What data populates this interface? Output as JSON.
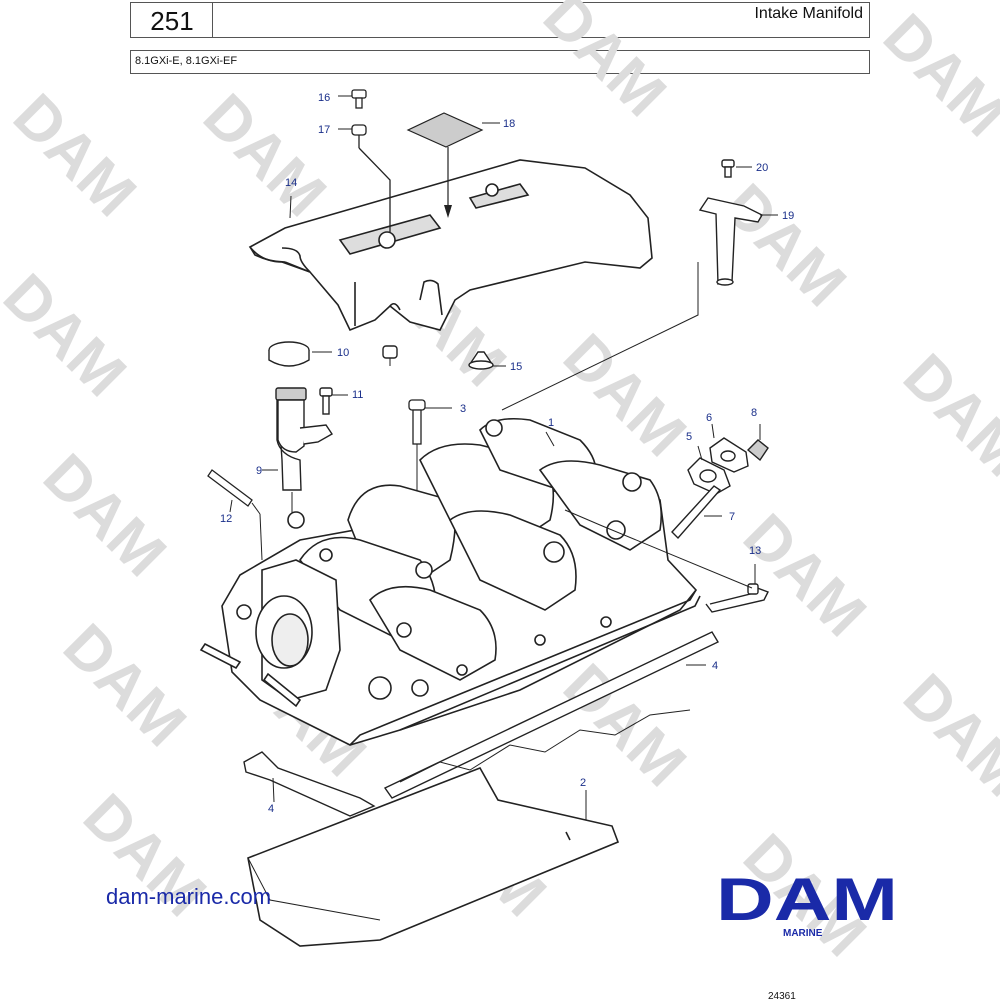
{
  "header": {
    "page_number": "251",
    "title": "Intake Manifold",
    "models": "8.1GXi-E, 8.1GXi-EF"
  },
  "watermark": {
    "text": "DAM"
  },
  "callouts": [
    "1",
    "2",
    "3",
    "4",
    "4",
    "5",
    "6",
    "7",
    "8",
    "9",
    "10",
    "11",
    "12",
    "13",
    "14",
    "15",
    "16",
    "17",
    "18",
    "19",
    "20"
  ],
  "footer": {
    "website": "dam-marine.com",
    "brand": "DAM",
    "brand_sub": "MARINE",
    "figure_number": "24361"
  },
  "colors": {
    "brand_blue": "#1a2aa8",
    "callout_blue": "#1a2f8a",
    "line": "#222222",
    "watermark": "#dcdcdc"
  }
}
